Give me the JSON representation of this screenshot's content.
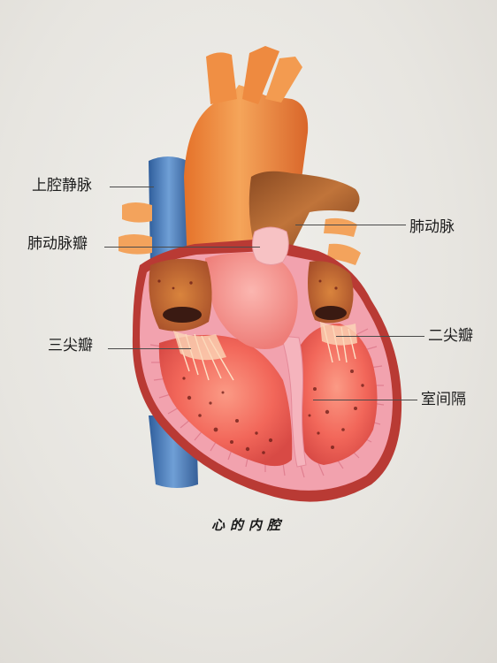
{
  "labels": {
    "superior_vena_cava": "上腔静脉",
    "pulmonary_valve": "肺动脉瓣",
    "tricuspid_valve": "三尖瓣",
    "pulmonary_artery": "肺动脉",
    "mitral_valve": "二尖瓣",
    "septum": "室间隔"
  },
  "caption": "心的内腔",
  "colors": {
    "background": "#e8e6e1",
    "aorta": "#f08a3c",
    "vein": "#4f82c2",
    "pulmonary_artery": "#a85a2c",
    "muscle": "#e9534a",
    "myocardium_pink": "#f2a3b0",
    "inner_chamber": "#f26a5c"
  }
}
